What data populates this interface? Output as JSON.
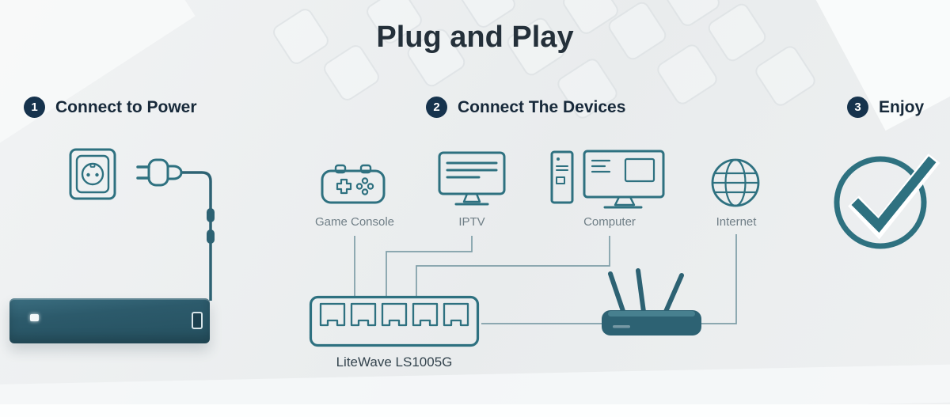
{
  "title": "Plug and Play",
  "steps": [
    {
      "number": "1",
      "label": "Connect to Power"
    },
    {
      "number": "2",
      "label": "Connect The Devices"
    },
    {
      "number": "3",
      "label": "Enjoy"
    }
  ],
  "devices": [
    {
      "icon": "game-console-icon",
      "label": "Game Console"
    },
    {
      "icon": "iptv-icon",
      "label": "IPTV"
    },
    {
      "icon": "computer-icon",
      "label": "Computer"
    },
    {
      "icon": "internet-globe-icon",
      "label": "Internet"
    }
  ],
  "switch_label": "LiteWave LS1005G",
  "colors": {
    "accent_teal": "#2E7180",
    "device_fill": "#2D6273",
    "badge_navy": "#16334D",
    "heading": "#24303A",
    "step_text": "#17293A",
    "label_gray": "#6F7E86",
    "connector_line": "#7F9EA8",
    "background": "#EDEFF1"
  }
}
